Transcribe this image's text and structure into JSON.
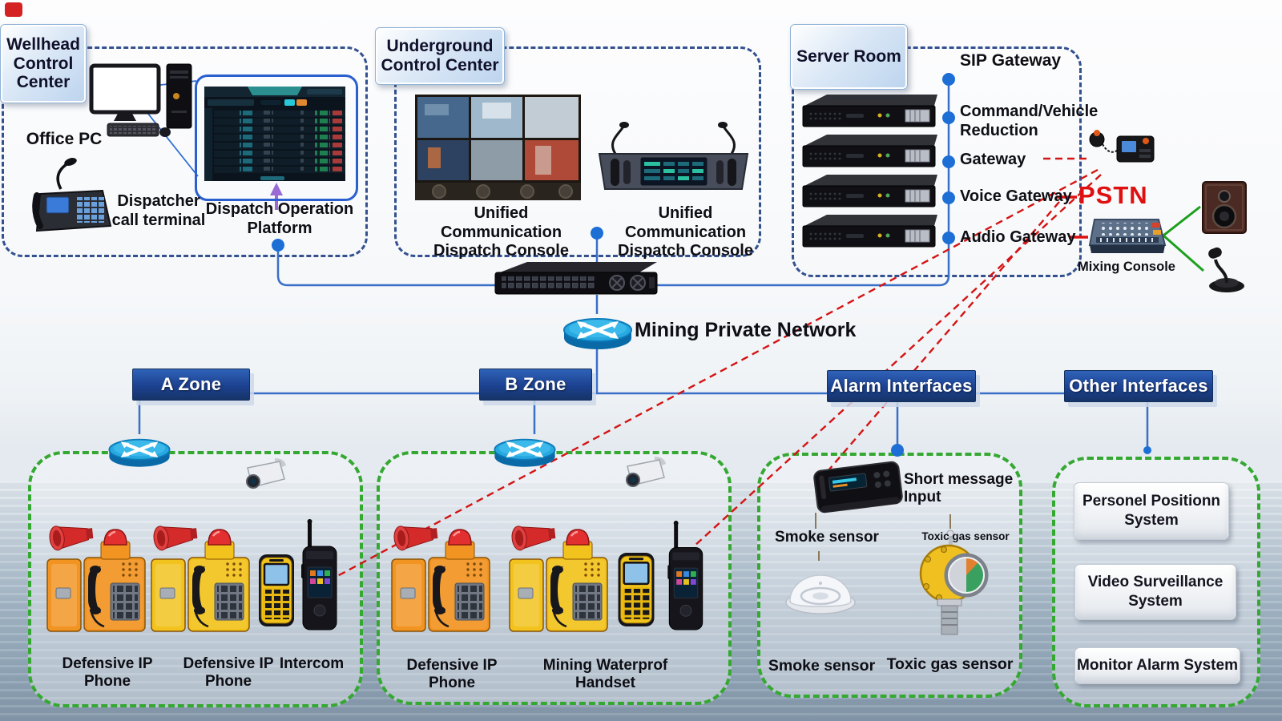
{
  "wellhead": {
    "title": "Wellhead Control Center",
    "office_pc": "Office PC",
    "dispatcher": "Dispatcher call terminal",
    "platform": "Dispatch Operation Platform"
  },
  "underground": {
    "title": "Underground Control Center",
    "console_left": "Unified Communication Dispatch Console",
    "console_right": "Unified Communication Dispatch Console"
  },
  "server_room": {
    "title": "Server Room",
    "sip_prefix": "SIP",
    "sip_suffix": " Gateway",
    "rows": [
      "Command/Vehicle Reduction",
      "Gateway",
      "Voice Gateway",
      "Audio Gateway"
    ],
    "pstn": "PSTN",
    "mixing_console": "Mixing Console"
  },
  "network": {
    "label": "Mining Private Network"
  },
  "zones": {
    "a": {
      "header": "A Zone",
      "labels": [
        "Defensive IP Phone",
        "Defensive IP Phone",
        "Intercom"
      ]
    },
    "b": {
      "header": "B Zone",
      "labels": [
        "Defensive IP Phone",
        "Mining Waterprof Handset"
      ]
    },
    "alarm": {
      "header": "Alarm Interfaces",
      "short_message": "Short message Input",
      "smoke_top": "Smoke sensor",
      "toxic_top": "Toxic gas sensor",
      "smoke_bottom": "Smoke sensor",
      "toxic_bottom": "Toxic gas sensor"
    },
    "other": {
      "header": "Other Interfaces",
      "systems": [
        "Personel Positionn System",
        "Video Surveillance System",
        "Monitor Alarm System"
      ]
    }
  },
  "colors": {
    "line_blue": "#3a6fc8",
    "dash_navy": "#33518f",
    "green_dash": "#35a832",
    "red": "#d41414",
    "pstn_red": "#e01010",
    "header_blue": "#1c4190"
  }
}
